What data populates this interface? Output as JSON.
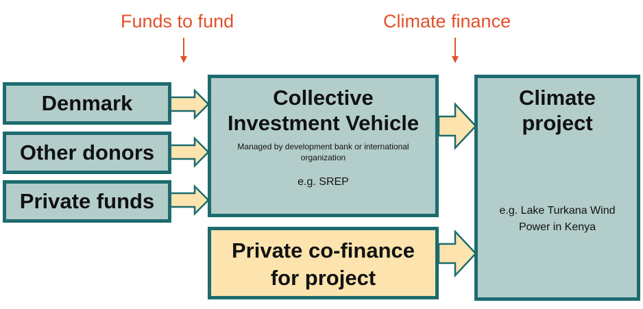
{
  "labels": {
    "funds_to_fund": "Funds to fund",
    "climate_finance": "Climate finance"
  },
  "sources": [
    {
      "label": "Denmark"
    },
    {
      "label": "Other donors"
    },
    {
      "label": "Private funds"
    }
  ],
  "civ": {
    "title_line1": "Collective",
    "title_line2": "Investment Vehicle",
    "subtitle": "Managed by development bank or international organization",
    "example": "e.g. SREP"
  },
  "cofinance": {
    "line1": "Private co-finance",
    "line2": "for project"
  },
  "project": {
    "title_line1": "Climate",
    "title_line2": "project",
    "example": "e.g. Lake Turkana Wind Power in Kenya"
  },
  "colors": {
    "box_fill": "#b3cdcb",
    "box_border": "#1c6b6e",
    "highlight_fill": "#fde3ad",
    "label_color": "#e2502a"
  }
}
